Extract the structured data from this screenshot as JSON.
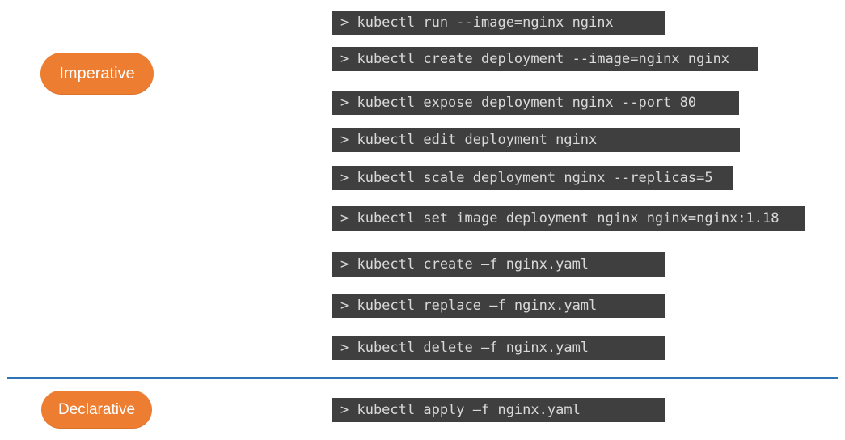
{
  "sections": {
    "imperative": {
      "label": "Imperative",
      "commands": [
        "> kubectl run --image=nginx nginx",
        "> kubectl create deployment --image=nginx nginx",
        "> kubectl expose deployment nginx --port 80",
        "> kubectl edit deployment nginx",
        "> kubectl scale deployment nginx --replicas=5",
        "> kubectl set image deployment nginx nginx=nginx:1.18",
        "> kubectl create –f nginx.yaml",
        "> kubectl replace –f nginx.yaml",
        "> kubectl delete –f nginx.yaml"
      ]
    },
    "declarative": {
      "label": "Declarative",
      "commands": [
        "> kubectl apply –f nginx.yaml"
      ]
    }
  },
  "colors": {
    "pill_orange": "#ED7D31",
    "terminal_background": "#3F3F3F",
    "terminal_text": "#D9D9D9",
    "divider_blue": "#2E75B6",
    "page_background": "#FFFFFF"
  }
}
